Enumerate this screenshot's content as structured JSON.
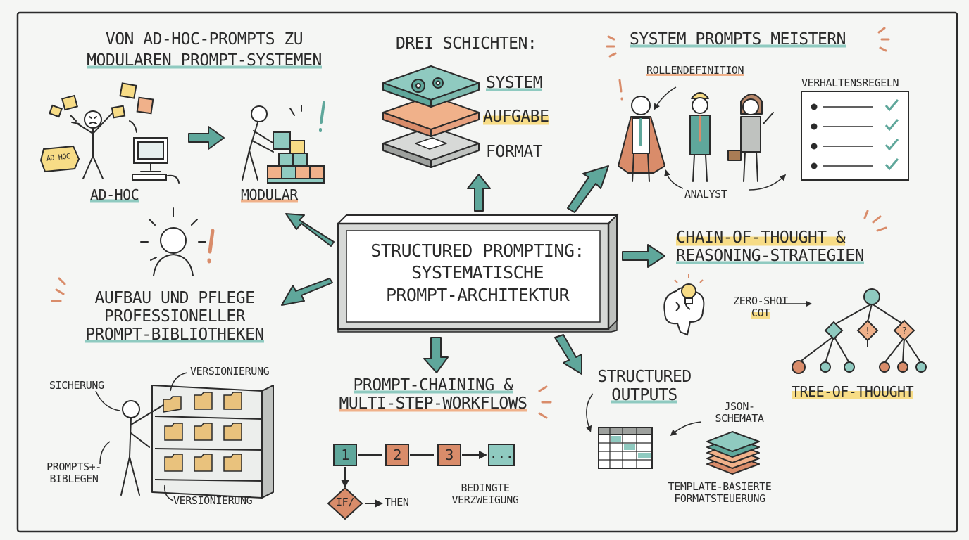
{
  "title": {
    "line1": "Structured Prompting:",
    "line2": "Systematische",
    "line3": "Prompt-Architektur"
  },
  "adhoc_section": {
    "heading_line1": "Von Ad-hoc-Prompts zu",
    "heading_line2": "modularen Prompt-Systemen",
    "adhoc_label": "Ad-hoc",
    "adhoc_tag": "AD-HOC",
    "modular_label": "Modular"
  },
  "layers_section": {
    "heading": "Drei Schichten:",
    "layers": [
      "System",
      "Aufgabe",
      "Format"
    ]
  },
  "system_prompts_section": {
    "heading": "System Prompts meistern",
    "role_definition": "Rollendefinition",
    "behavior_rules": "Verhaltensregeln",
    "analyst": "Analyst"
  },
  "cot_section": {
    "heading_line1": "Chain-of-Thought &",
    "heading_line2": "Reasoning-Strategien",
    "zero_shot_line1": "Zero-Shot",
    "zero_shot_line2": "CoT",
    "tree_label": "Tree-of-Thought"
  },
  "library_section": {
    "heading_line1": "Aufbau und Pflege",
    "heading_line2": "professioneller",
    "heading_line3": "Prompt-Bibliotheken",
    "sicherung": "Sicherung",
    "versionierung_top": "Versionierung",
    "versionierung_bottom": "Versionierung",
    "ablegen_line1": "Prompts+-",
    "ablegen_line2": "biblegen"
  },
  "chaining_section": {
    "heading_line1": "Prompt-Chaining &",
    "heading_line2": "Multi-Step-Workflows",
    "steps": [
      "1",
      "2",
      "3",
      "..."
    ],
    "if_label": "IF/",
    "then_label": "THEN",
    "branch_line1": "Bedingte",
    "branch_line2": "Verzweigung"
  },
  "outputs_section": {
    "heading_line1": "Structured",
    "heading_line2": "Outputs",
    "json_line1": "JSON-",
    "json_line2": "Schemata",
    "template_line1": "Template-basierte",
    "template_line2": "Formatsteuerung"
  },
  "colors": {
    "teal": "#5fa79b",
    "teal_light": "#8fcac0",
    "orange": "#d98c6a",
    "orange_light": "#f0b18a",
    "yellow": "#f7dc86",
    "ink": "#2b2b2b",
    "box_gray": "#d7d9d7",
    "folder": "#e9c27d"
  },
  "icons": [
    "gear-icon",
    "lightbulb-icon",
    "brain-icon",
    "exclamation-icon",
    "checkbox-icon",
    "folder-icon",
    "computer-icon",
    "briefcase-icon",
    "hardhat-icon"
  ]
}
